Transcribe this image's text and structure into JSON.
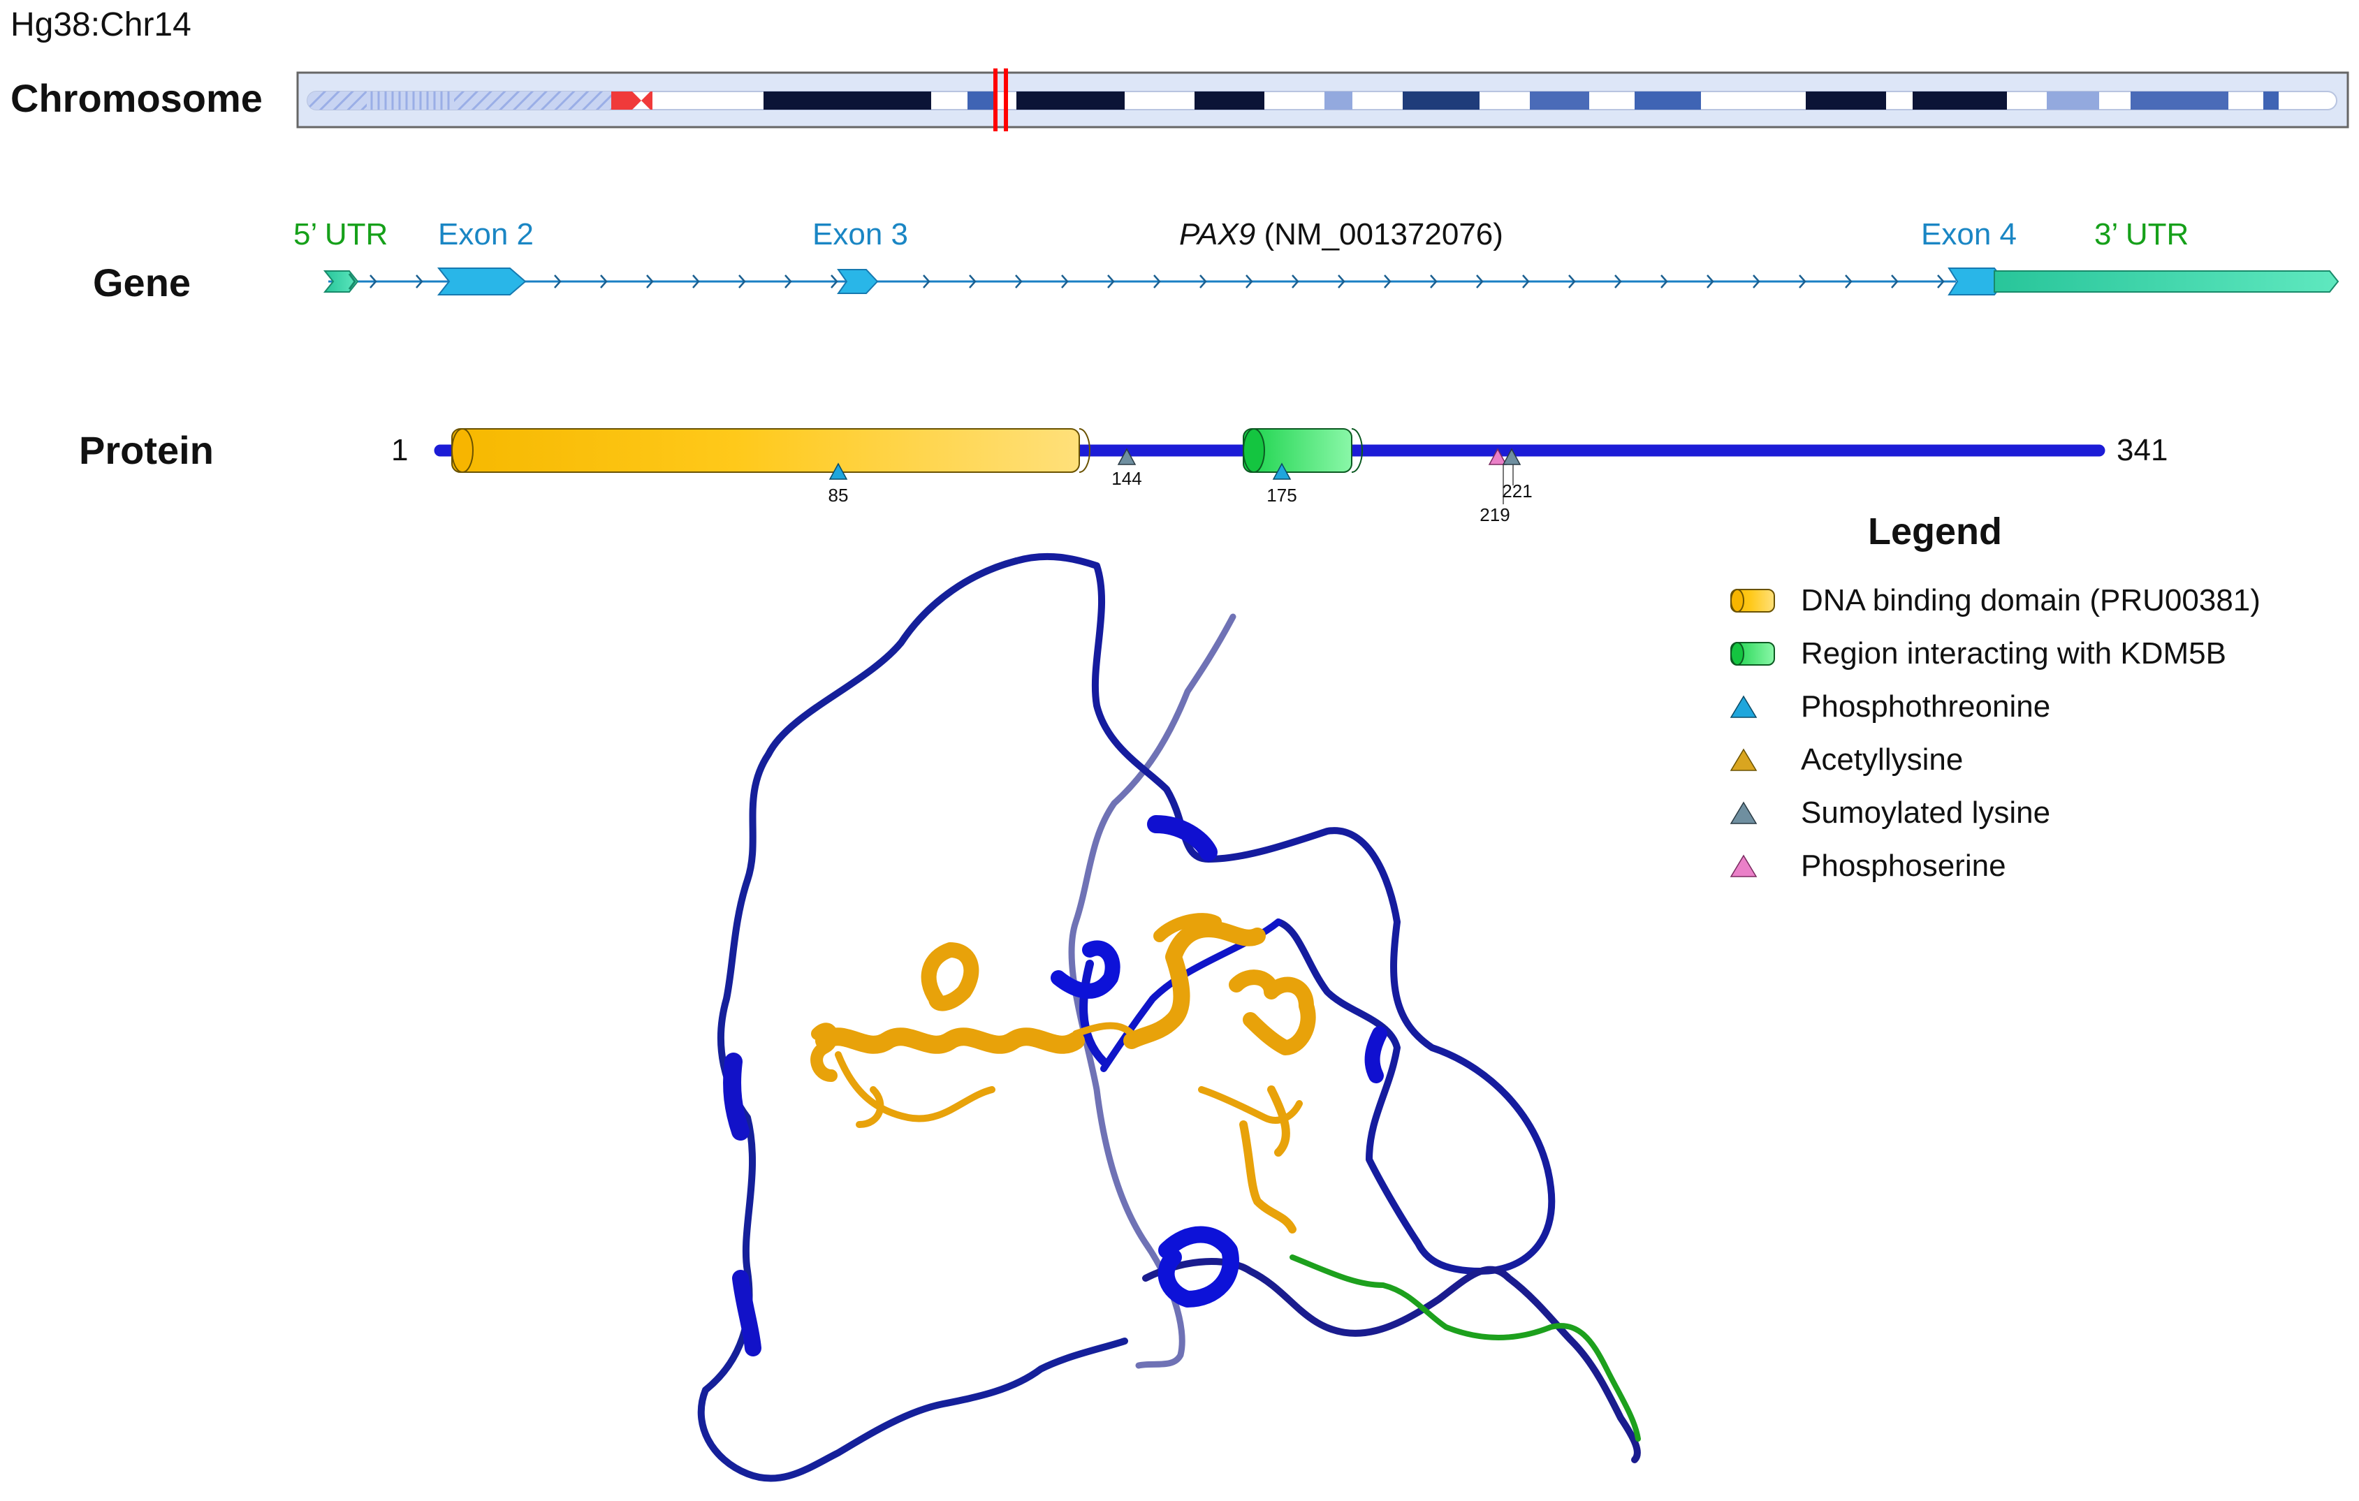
{
  "assembly": "Hg38:Chr14",
  "rows": {
    "chromosome": "Chromosome",
    "gene": "Gene",
    "protein": "Protein"
  },
  "gene": {
    "utr5": "5’ UTR",
    "exon2": "Exon 2",
    "exon3": "Exon 3",
    "name": "PAX9",
    "accession": "(NM_001372076)",
    "exon4": "Exon 4",
    "utr3": "3’ UTR"
  },
  "protein": {
    "start": "1",
    "end": "341",
    "sites": [
      {
        "pos": "85",
        "type": "phosphothreonine"
      },
      {
        "pos": "144",
        "type": "sumoylated-lysine"
      },
      {
        "pos": "175",
        "type": "phosphothreonine"
      },
      {
        "pos": "219",
        "type": "phosphoserine"
      },
      {
        "pos": "221",
        "type": "sumoylated-lysine"
      }
    ]
  },
  "legend": {
    "title": "Legend",
    "items": [
      {
        "label": "DNA binding domain (PRU00381)",
        "symbol": "yellow-cylinder",
        "color": "#fcc62e"
      },
      {
        "label": "Region interacting with KDM5B",
        "symbol": "green-cylinder",
        "color": "#2fe35a"
      },
      {
        "label": "Phosphothreonine",
        "symbol": "triangle",
        "color": "#1fa6dc"
      },
      {
        "label": "Acetyllysine",
        "symbol": "triangle",
        "color": "#d9a520"
      },
      {
        "label": "Sumoylated lysine",
        "symbol": "triangle",
        "color": "#6f8fa0"
      },
      {
        "label": "Phosphoserine",
        "symbol": "triangle",
        "color": "#ea80c8"
      }
    ]
  },
  "colors": {
    "protein_backbone": "#1c1cd6",
    "structure_chain": "#1f20a0",
    "structure_terminus": "#7678b8",
    "exon": "#29b6e8",
    "utr": "#2ed6a0",
    "centromere": "#f03a3a"
  }
}
